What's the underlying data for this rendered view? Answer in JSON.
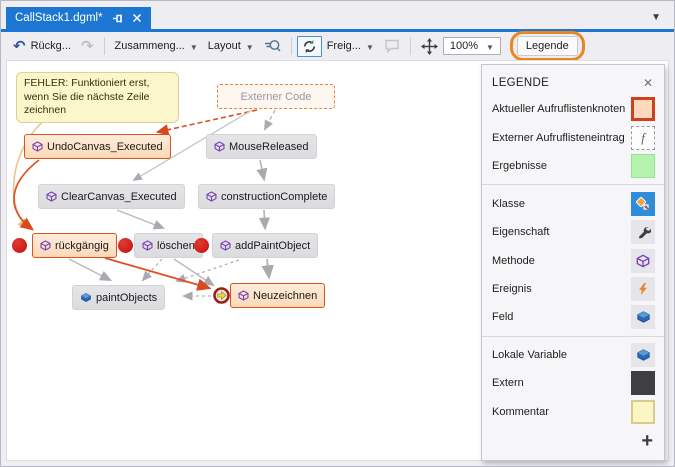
{
  "window": {
    "tab_title": "CallStack1.dgml*"
  },
  "toolbar": {
    "undo_label": "Rückg...",
    "combine_label": "Zusammeng...",
    "layout_label": "Layout",
    "share_label": "Freig...",
    "zoom_value": "100%",
    "legend_label": "Legende"
  },
  "graph": {
    "comment": "FEHLER: Funktioniert erst, wenn Sie die nächste Zeile zeichnen",
    "nodes": [
      {
        "label": "Externer Code"
      },
      {
        "label": "UndoCanvas_Executed"
      },
      {
        "label": "MouseReleased"
      },
      {
        "label": "ClearCanvas_Executed"
      },
      {
        "label": "constructionComplete"
      },
      {
        "label": "rückgängig"
      },
      {
        "label": "löschen"
      },
      {
        "label": "addPaintObject"
      },
      {
        "label": "paintObjects"
      },
      {
        "label": "Neuzeichnen"
      }
    ]
  },
  "legend": {
    "title": "LEGENDE",
    "close_icon": "✕",
    "add_icon": "+",
    "sections": [
      {
        "items": [
          {
            "label": "Aktueller Aufruflistenknoten",
            "icon": "current-callstack-node-swatch"
          },
          {
            "label": "Externer Aufruflisteneintrag",
            "icon": "external-callstack-entry-swatch",
            "glyph": "f"
          },
          {
            "label": "Ergebnisse",
            "icon": "results-swatch"
          }
        ]
      },
      {
        "items": [
          {
            "label": "Klasse",
            "icon": "class-icon"
          },
          {
            "label": "Eigenschaft",
            "icon": "property-wrench-icon"
          },
          {
            "label": "Methode",
            "icon": "method-cube-icon"
          },
          {
            "label": "Ereignis",
            "icon": "event-lightning-icon"
          },
          {
            "label": "Feld",
            "icon": "field-cube-icon"
          }
        ]
      },
      {
        "items": [
          {
            "label": "Lokale Variable",
            "icon": "local-variable-cube-icon"
          },
          {
            "label": "Extern",
            "icon": "extern-swatch"
          },
          {
            "label": "Kommentar",
            "icon": "comment-swatch"
          }
        ]
      }
    ]
  },
  "colors": {
    "tab_blue": "#1c76d2",
    "annotation_orange": "#e8861f",
    "current_node_border": "#d9531e",
    "current_node_fill": "#fbdfc4",
    "gray_node_fill": "#e0e0e3",
    "results_green": "#b5f2ae",
    "comment_yellow": "#fcf6cb",
    "breakpoint_red": "#c9110f",
    "edge_gray": "#b3b3b8",
    "edge_orange": "#e04f22"
  }
}
